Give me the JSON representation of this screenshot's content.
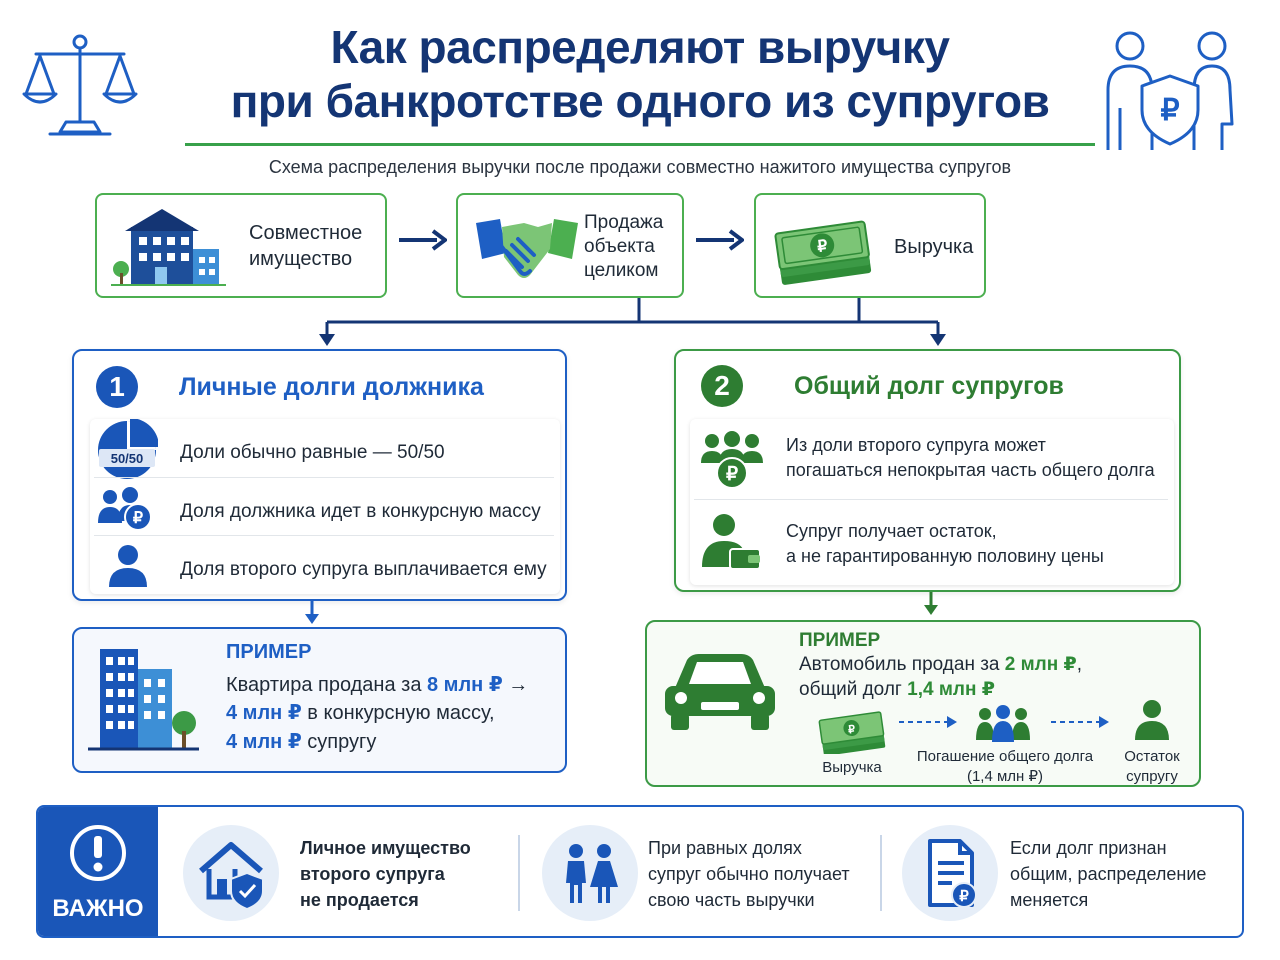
{
  "header": {
    "title_line1": "Как распределяют выручку",
    "title_line2": "при банкротстве одного из супругов",
    "subtitle": "Схема распределения выручки после продажи совместно нажитого имущества супругов"
  },
  "flow": {
    "step1_line1": "Совместное",
    "step1_line2": "имущество",
    "step2_line1": "Продажа",
    "step2_line2": "объекта",
    "step2_line3": "целиком",
    "step3": "Выручка"
  },
  "left_panel": {
    "number": "1",
    "heading": "Личные долги должника",
    "pie_label": "50/50",
    "row1": "Доли обычно равные — 50/50",
    "row2": "Доля должника идет в конкурсную массу",
    "row3": "Доля второго супруга выплачивается ему"
  },
  "right_panel": {
    "number": "2",
    "heading": "Общий долг супругов",
    "row1_line1": "Из доли второго супруга может",
    "row1_line2": "погашаться непокрытая часть общего долга",
    "row2_line1": "Супруг получает остаток,",
    "row2_line2": "а не гарантированную половину цены"
  },
  "left_example": {
    "label": "ПРИМЕР",
    "l1_text": "Квартира продана за ",
    "l1_value": "8 млн ₽",
    "l1_arrow": " →",
    "l2_value": "4 млн ₽",
    "l2_text": " в конкурсную массу,",
    "l3_value": "4 млн ₽",
    "l3_text": " супругу"
  },
  "right_example": {
    "label": "ПРИМЕР",
    "l1_text": "Автомобиль продан за ",
    "l1_value": "2 млн ₽",
    "l1_tail": ",",
    "l2_text": "общий долг ",
    "l2_value": "1,4 млн ₽",
    "cap1": "Выручка",
    "cap2_line1": "Погашение общего долга",
    "cap2_line2": "(1,4 млн ₽)",
    "cap3_line1": "Остаток",
    "cap3_line2": "супругу"
  },
  "important": {
    "label": "ВАЖНО",
    "item1_line1": "Личное имущество",
    "item1_line2": "второго супруга",
    "item1_line3": "не продается",
    "item2_line1": "При равных долях",
    "item2_line2": "супруг обычно получает",
    "item2_line3": "свою часть выручки",
    "item3_line1": "Если долг признан",
    "item3_line2": "общим, распределение",
    "item3_line3": "меняется"
  },
  "icons": [
    "scales-icon",
    "family-shield-icon",
    "house-icon",
    "handshake-icon",
    "money-icon",
    "pie-icon",
    "debtor-icon",
    "person-icon",
    "group-ruble-icon",
    "wallet-person-icon",
    "building-icon",
    "car-icon",
    "exclamation-icon",
    "house-shield-icon",
    "couple-icon",
    "document-icon"
  ],
  "colors": {
    "navy": "#143574",
    "blue": "#1e5fc4",
    "green": "#3c9a46",
    "green_text": "#2e8b37"
  }
}
